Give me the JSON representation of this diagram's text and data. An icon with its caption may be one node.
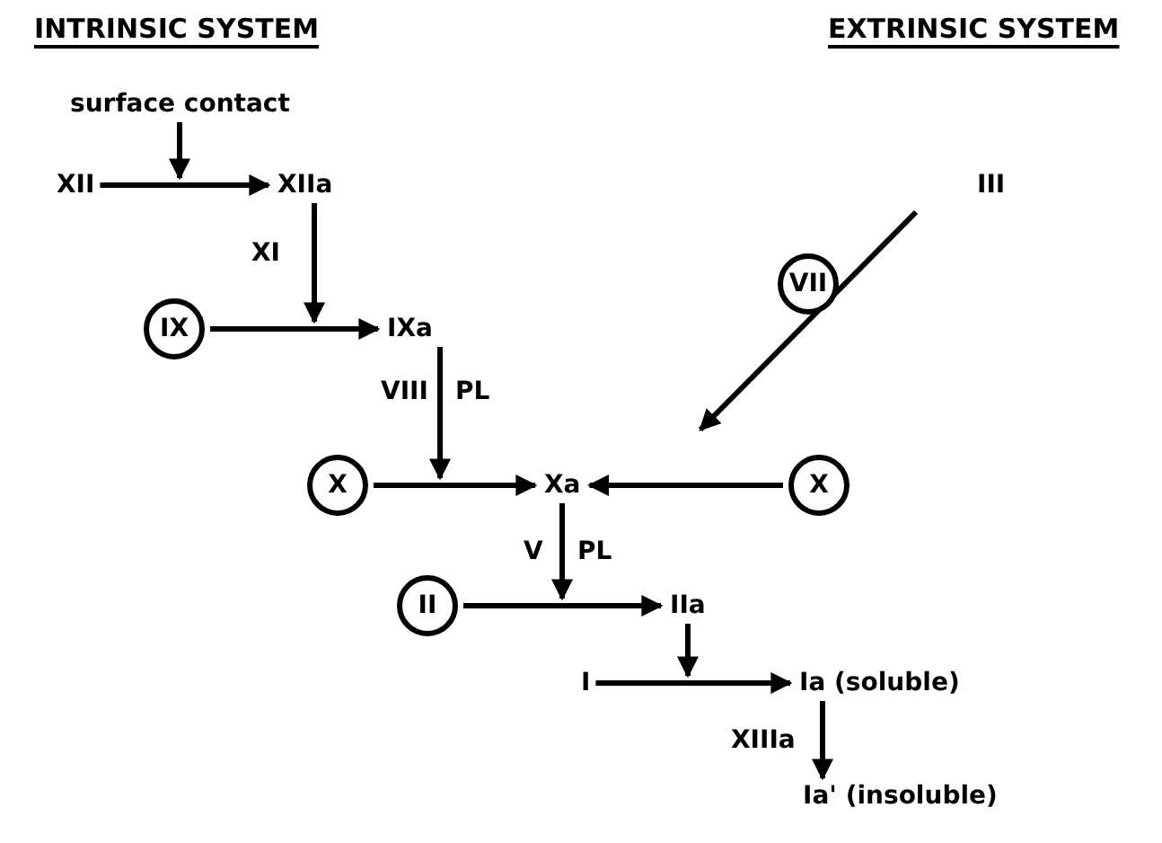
{
  "diagram": {
    "nodes": [
      {
        "text": [
          "surface contact"
        ]
      },
      {
        "text": [
          "XII"
        ]
      },
      {
        "text": [
          "XIIa"
        ]
      },
      {
        "text": [
          "IX"
        ]
      },
      {
        "text": [
          "IXa"
        ]
      },
      {
        "text": [
          "X"
        ]
      },
      {
        "text": [
          "Xa"
        ]
      },
      {
        "text": [
          "III"
        ]
      },
      {
        "text": [
          "VII"
        ]
      },
      {
        "text": [
          "X"
        ]
      },
      {
        "text": [
          "II"
        ]
      },
      {
        "text": [
          "IIa"
        ]
      },
      {
        "text": [
          "I"
        ]
      },
      {
        "text": [
          "Ia (soluble)"
        ]
      },
      {
        "text": [
          "Ia' (insoluble)"
        ]
      }
    ],
    "edges": [
      {
        "from": 0,
        "to": null,
        "arrow": "to"
      },
      {
        "from": 1,
        "to": 2,
        "arrow": "to"
      },
      {
        "from": 2,
        "to": null,
        "arrow": "to",
        "label": "XI"
      },
      {
        "from": 3,
        "to": 4,
        "arrow": "to"
      },
      {
        "from": 4,
        "to": null,
        "arrow": "to"
      },
      {
        "from": 5,
        "to": 6,
        "arrow": "to"
      },
      {
        "from": 7,
        "to": null,
        "arrow": "to"
      },
      {
        "from": 9,
        "to": 6,
        "arrow": "to"
      },
      {
        "from": 6,
        "to": null,
        "arrow": "to"
      },
      {
        "from": 10,
        "to": 11,
        "arrow": "to"
      },
      {
        "from": 11,
        "to": null,
        "arrow": "to"
      },
      {
        "from": 12,
        "to": 13,
        "arrow": "to"
      },
      {
        "from": 13,
        "to": 14,
        "arrow": "to",
        "label": "XIIIa"
      }
    ],
    "labels": [
      "INTRINSIC SYSTEM",
      "EXTRINSIC SYSTEM",
      "VIII",
      "PL",
      "V",
      "PL"
    ]
  }
}
